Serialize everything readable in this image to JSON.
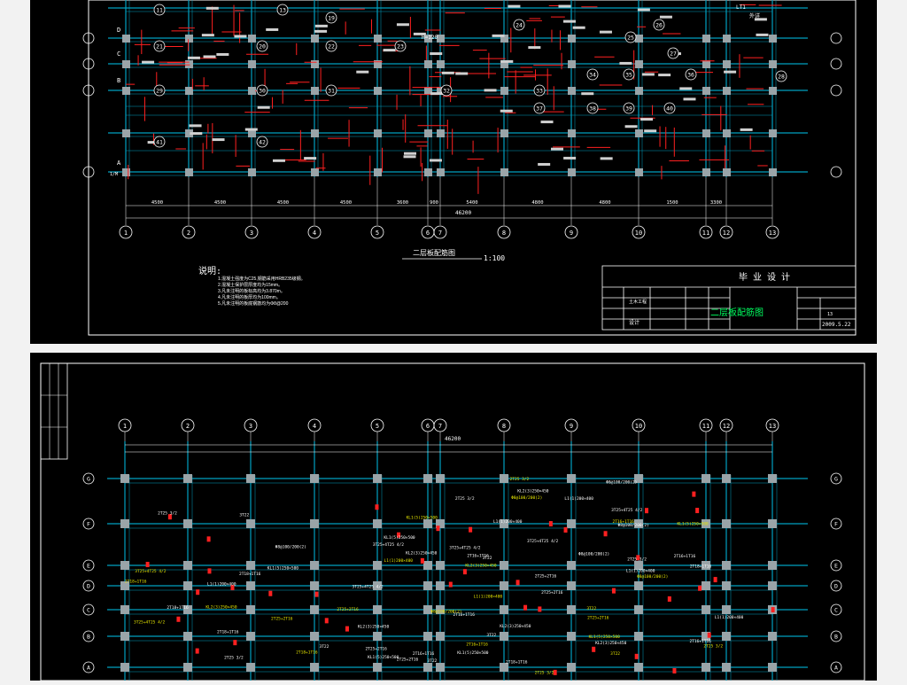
{
  "top_sheet": {
    "plan_title": "二层板配筋图",
    "plan_scale": "1:100",
    "axis_numbers": [
      "1",
      "2",
      "3",
      "4",
      "5",
      "6",
      "7",
      "8",
      "9",
      "10",
      "11",
      "12",
      "13"
    ],
    "axis_letters_left": [
      "D",
      "C",
      "B",
      "A"
    ],
    "axis_letters_left_extra": "1/M",
    "dimensions": [
      "4500",
      "4500",
      "4500",
      "4500",
      "3600",
      "900",
      "5400",
      "4800",
      "4800",
      "1500",
      "3300"
    ],
    "total_dimension": "46200",
    "slab_numbers": [
      "11",
      "13",
      "19",
      "21",
      "20",
      "22",
      "23",
      "24",
      "25",
      "26",
      "27",
      "28",
      "29",
      "30",
      "31",
      "32",
      "33",
      "34",
      "35",
      "36",
      "37",
      "38",
      "39",
      "40",
      "41",
      "42"
    ],
    "stair_label": "H=120",
    "lt_label": "LT1",
    "outside_label": "外详",
    "notes_title": "说明:",
    "notes": [
      "1.混凝土强度为C25,钢筋采用HRB235级钢。",
      "2.混凝土保护层厚度均为15mm。",
      "3.凡未注明的板标高均为3.870m。",
      "4.凡未注明的板厚均为100mm。",
      "5.凡未注明的板底钢筋均为Φ8@200"
    ],
    "title_block": {
      "header": "毕 业 设 计",
      "sheet_name": "二层板配筋图",
      "design_label": "设计",
      "civil_label": "土木工程",
      "number": "13",
      "date": "2009.5.22"
    }
  },
  "bottom_sheet": {
    "axis_numbers": [
      "1",
      "2",
      "3",
      "4",
      "5",
      "6",
      "7",
      "8",
      "9",
      "10",
      "11",
      "12",
      "13"
    ],
    "axis_letters_left": [
      "G",
      "F",
      "E",
      "D",
      "C",
      "B",
      "A"
    ],
    "total_dimension": "46200",
    "beam_labels": [
      "2T25+2T16",
      "2T16+1T16",
      "3T22",
      "2T25 3/2",
      "3T25+4T25 4/2",
      "2T18+1T16",
      "KL1(5)250×500",
      "KL2(3)250×450",
      "L1(1)200×400",
      "Φ8@100/200(2)"
    ]
  },
  "colors": {
    "background": "#000000",
    "axis_line": "#00a0c0",
    "rebar": "#ff2020",
    "column": "#9aa4a8",
    "label_text": "#e8e800",
    "frame": "#ffffff"
  }
}
